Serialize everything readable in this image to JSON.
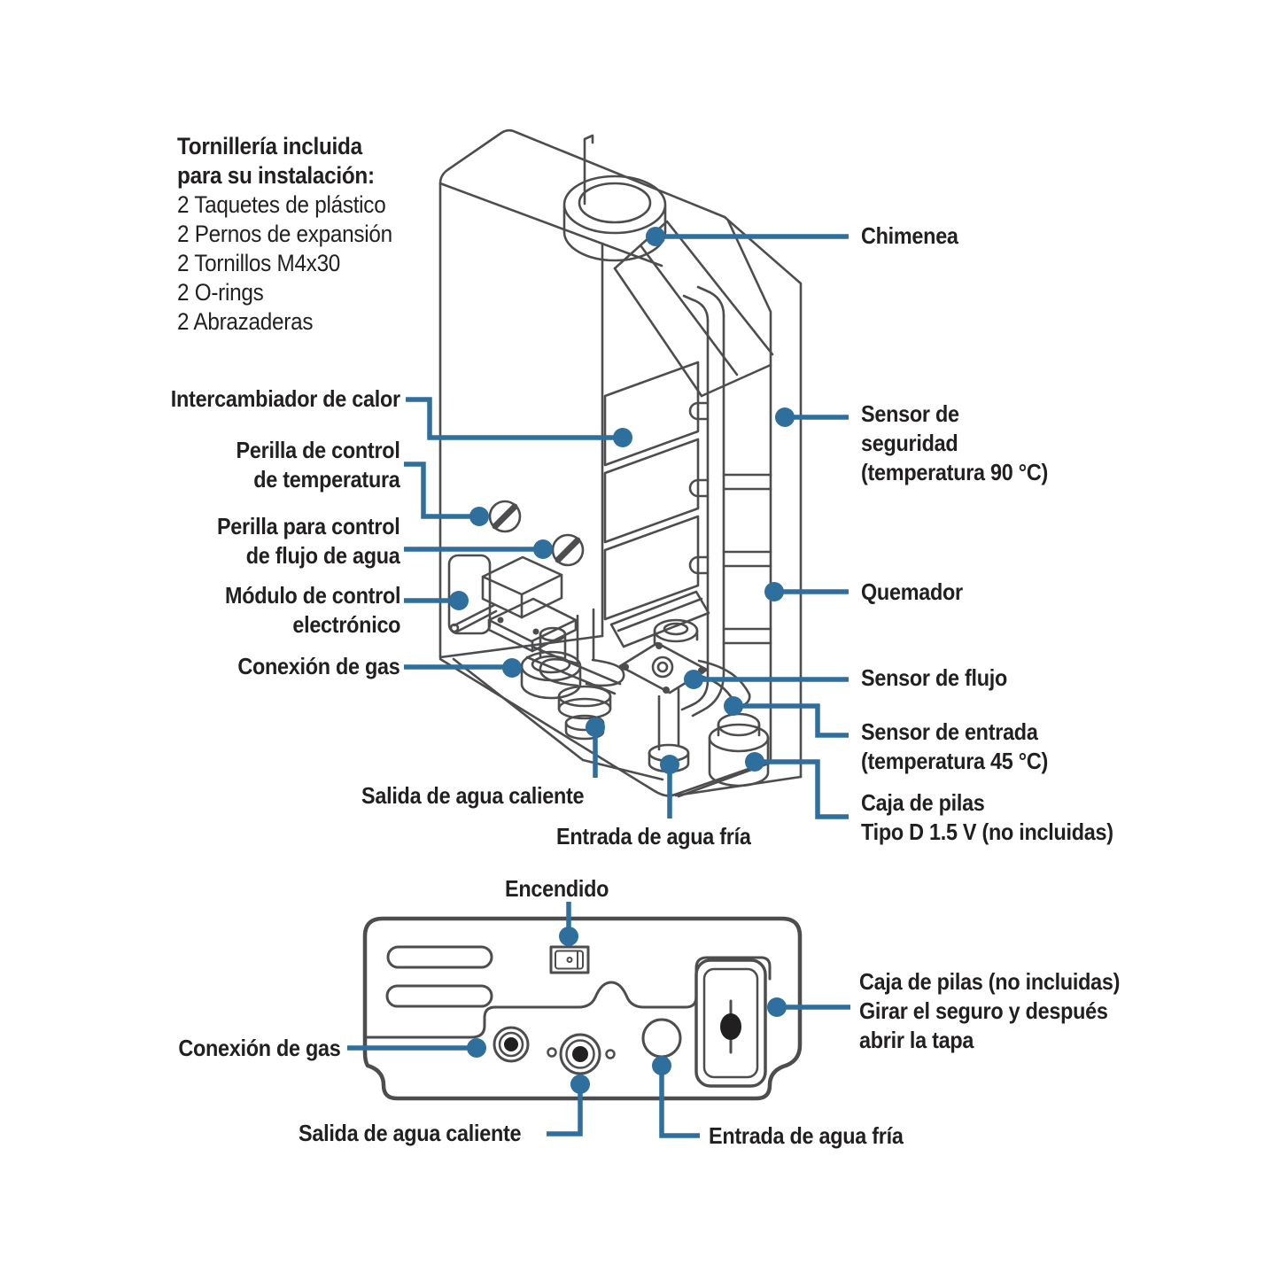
{
  "colors": {
    "accent": "#2f6f9d",
    "line": "#4d4d4f",
    "text": "#221f20",
    "background": "#ffffff"
  },
  "hardware_note": {
    "title": "Tornillería incluida\npara su instalación:",
    "items": [
      "2 Taquetes de plástico",
      "2 Pernos de expansión",
      "2 Tornillos M4x30",
      "2 O-rings",
      "2 Abrazaderas"
    ]
  },
  "main_view": {
    "labels": {
      "chimenea": "Chimenea",
      "sensor_seguridad": "Sensor de\nseguridad\n(temperatura 90 °C)",
      "quemador": "Quemador",
      "sensor_flujo": "Sensor de flujo",
      "sensor_entrada": "Sensor de entrada\n(temperatura 45 °C)",
      "caja_pilas": "Caja de pilas\nTipo D 1.5 V (no incluidas)",
      "intercambiador": "Intercambiador de calor",
      "perilla_temperatura": "Perilla de control\nde temperatura",
      "perilla_flujo": "Perilla para control\nde flujo de agua",
      "modulo": "Módulo de control\nelectrónico",
      "conexion_gas": "Conexión de gas",
      "salida_agua": "Salida de agua caliente",
      "entrada_agua": "Entrada de agua fría"
    }
  },
  "bottom_view": {
    "labels": {
      "encendido": "Encendido",
      "conexion_gas": "Conexión de gas",
      "caja_pilas": "Caja de pilas (no incluidas)\nGirar el seguro y después\nabrir la tapa",
      "salida_agua": "Salida de agua caliente",
      "entrada_agua": "Entrada de agua fría"
    }
  }
}
